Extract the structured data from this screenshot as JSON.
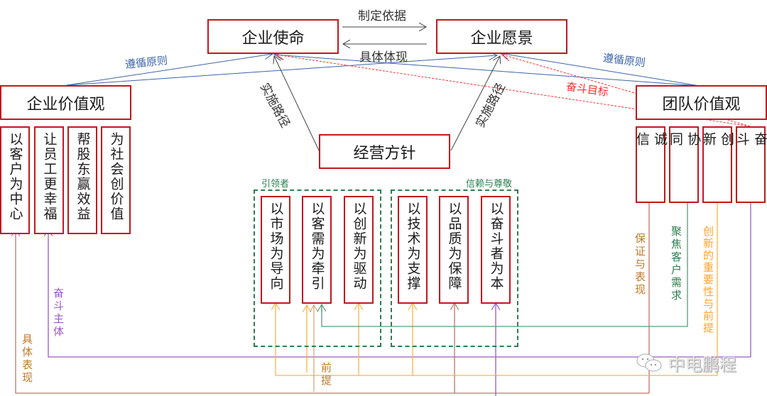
{
  "colors": {
    "box_border": "#c0191f",
    "blue": "#3b64a8",
    "red_dashed": "#ff2a2a",
    "green": "#2e7d4f",
    "orange": "#ffb347",
    "brown": "#c0766b",
    "purple": "#9b59c6",
    "label_brown": "#c07a28"
  },
  "top": {
    "mission": "企业使命",
    "vision": "企业愿景",
    "arrow_top_label": "制定依据",
    "arrow_bottom_label": "具体体现"
  },
  "left": {
    "title": "企业价值观",
    "follow_label": "遵循原则",
    "items": [
      "以客户为中心",
      "让员工更幸福",
      "帮股东赢效益",
      "为社会创价值"
    ]
  },
  "right": {
    "title": "团队价值观",
    "follow_label": "遵循原则",
    "goal_label": "奋斗目标",
    "items": [
      "诚信",
      "协同",
      "创新",
      "奋斗"
    ]
  },
  "center": {
    "policy": "经营方针",
    "path_left": "实施路径",
    "path_right": "实施路径"
  },
  "groups": [
    {
      "label": "引领者",
      "items": [
        "以市场为导向",
        "以客需为牵引",
        "以创新为驱动"
      ]
    },
    {
      "label": "信赖与尊敬",
      "items": [
        "以技术为支撑",
        "以品质为保障",
        "以奋斗者为本"
      ]
    }
  ],
  "link_labels": {
    "guarantee": "保证与表现",
    "focus_customer": "聚焦客户需求",
    "innovation_premise": "创新的重要性与前提",
    "struggle_subject": "奋斗主体",
    "concrete_expression": "具体表现",
    "premise": "前提"
  },
  "watermark": {
    "icon": "wechat-icon",
    "text": "中电鹏程"
  }
}
